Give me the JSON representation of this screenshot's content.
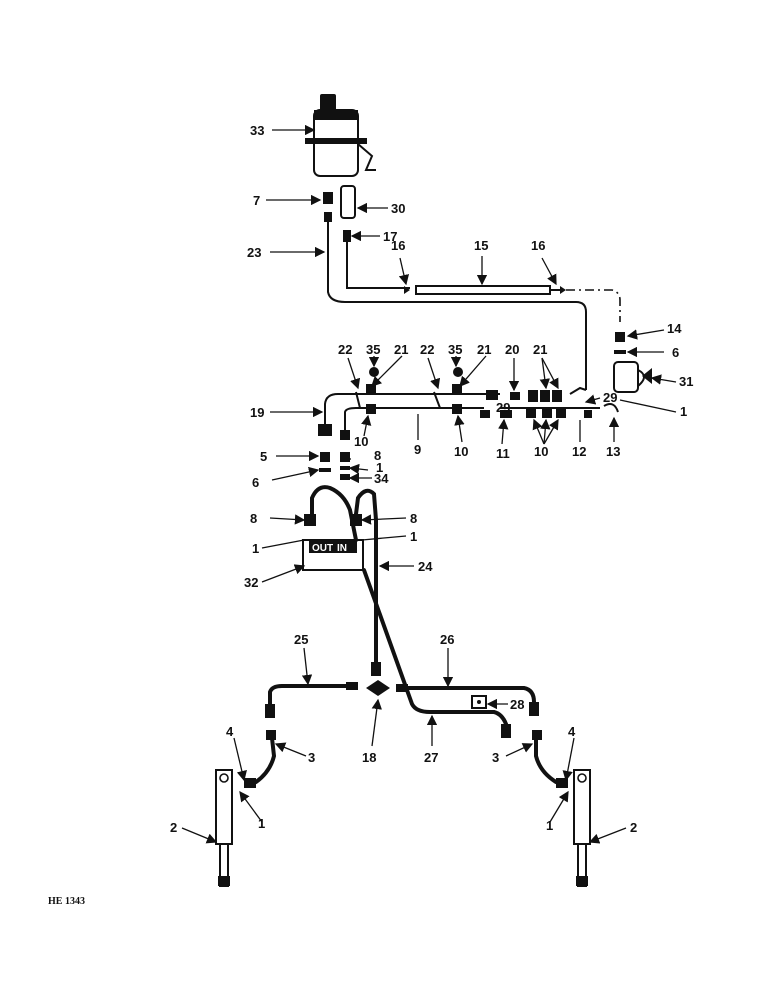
{
  "diagram": {
    "code": "HE 1343",
    "valve_labels": [
      "OUT",
      "IN"
    ],
    "callouts": [
      "1",
      "2",
      "3",
      "4",
      "5",
      "6",
      "7",
      "8",
      "9",
      "10",
      "11",
      "12",
      "13",
      "14",
      "15",
      "16",
      "17",
      "18",
      "19",
      "20",
      "21",
      "22",
      "23",
      "24",
      "25",
      "26",
      "27",
      "28",
      "29",
      "30",
      "31",
      "32",
      "33",
      "34",
      "35"
    ]
  }
}
